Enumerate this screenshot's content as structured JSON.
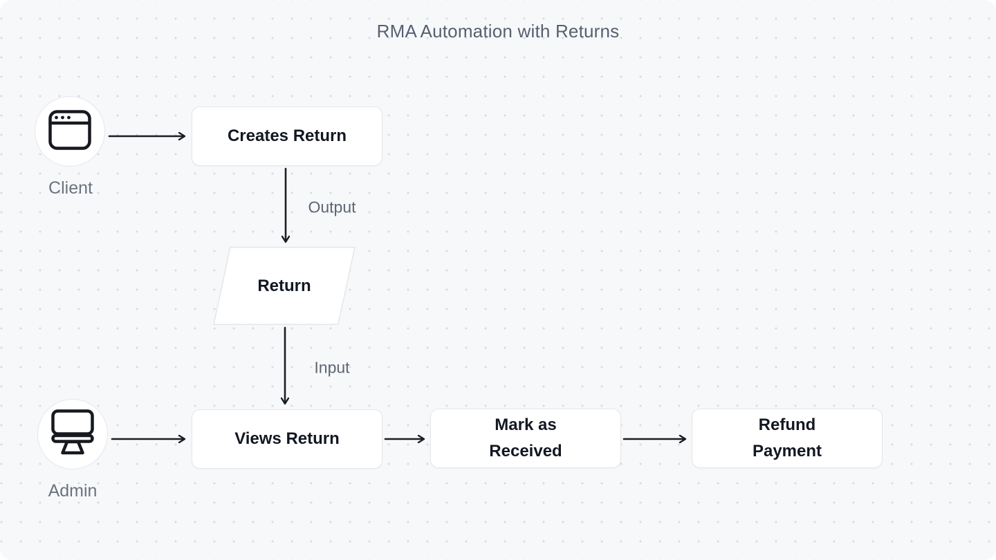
{
  "title": "RMA Automation with Returns",
  "actors": [
    {
      "id": "client",
      "label": "Client",
      "icon": "browser-window-icon"
    },
    {
      "id": "admin",
      "label": "Admin",
      "icon": "monitor-icon"
    }
  ],
  "nodes": [
    {
      "id": "creates-return",
      "label": "Creates Return",
      "shape": "rounded-rect"
    },
    {
      "id": "return",
      "label": "Return",
      "shape": "parallelogram"
    },
    {
      "id": "views-return",
      "label": "Views Return",
      "shape": "rounded-rect"
    },
    {
      "id": "mark-as-received",
      "label": "Mark as Received",
      "shape": "rounded-rect"
    },
    {
      "id": "refund-payment",
      "label": "Refund Payment",
      "shape": "rounded-rect"
    }
  ],
  "edges": [
    {
      "from": "client",
      "to": "creates-return",
      "label": ""
    },
    {
      "from": "creates-return",
      "to": "return",
      "label": "Output"
    },
    {
      "from": "return",
      "to": "views-return",
      "label": "Input"
    },
    {
      "from": "admin",
      "to": "views-return",
      "label": ""
    },
    {
      "from": "views-return",
      "to": "mark-as-received",
      "label": ""
    },
    {
      "from": "mark-as-received",
      "to": "refund-payment",
      "label": ""
    }
  ],
  "colors": {
    "canvas_bg": "#f7f8fa",
    "grid_dot": "#d9dbe0",
    "node_bg": "#ffffff",
    "node_border": "#e4e6ea",
    "node_text": "#121822",
    "muted_text": "#5d6673",
    "arrow": "#1a1d23"
  }
}
